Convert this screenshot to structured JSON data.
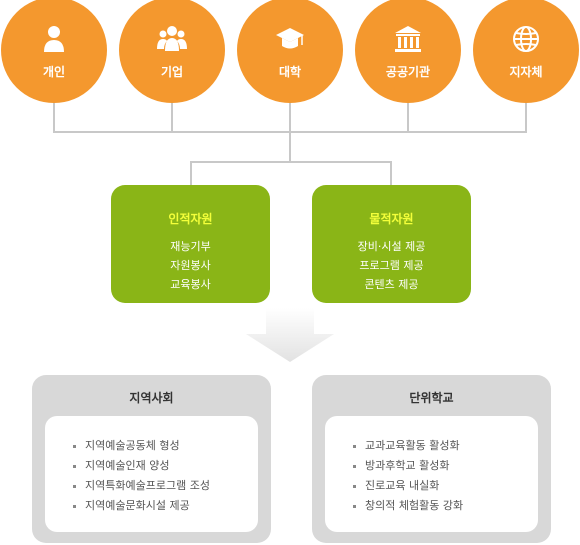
{
  "colors": {
    "orange": "#f4982e",
    "green": "#8ab517",
    "green_title": "#f3ff3a",
    "gray": "#d8d8d8",
    "line": "#c8c8c8"
  },
  "top": [
    {
      "label": "개인",
      "icon": "person-icon"
    },
    {
      "label": "기업",
      "icon": "group-icon"
    },
    {
      "label": "대학",
      "icon": "graduation-cap-icon"
    },
    {
      "label": "공공기관",
      "icon": "building-icon"
    },
    {
      "label": "지자체",
      "icon": "globe-icon"
    }
  ],
  "resources": [
    {
      "title": "인적자원",
      "items": [
        "재능기부",
        "자원봉사",
        "교육봉사"
      ]
    },
    {
      "title": "물적자원",
      "items": [
        "장비·시설 제공",
        "프로그램 제공",
        "콘텐츠 제공"
      ]
    }
  ],
  "targets": [
    {
      "title": "지역사회",
      "items": [
        "지역예술공동체 형성",
        "지역예술인재 양성",
        "지역특화예술프로그램 조성",
        "지역예술문화시설 제공"
      ]
    },
    {
      "title": "단위학교",
      "items": [
        "교과교육활동 활성화",
        "방과후학교 활성화",
        "진로교육 내실화",
        "창의적 체험활동 강화"
      ]
    }
  ]
}
